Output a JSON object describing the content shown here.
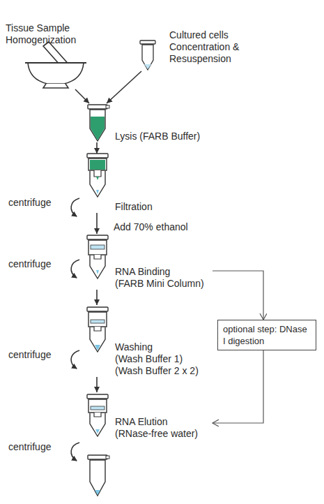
{
  "diagram": {
    "nodes": [
      {
        "text": [
          "Tissue Sample Homogenization"
        ]
      },
      {
        "text": [
          "Cultured cells Concentration & Resuspension"
        ]
      },
      {
        "text": [
          "Lysis (FARB Buffer)"
        ]
      },
      {
        "text": [
          "Filtration"
        ]
      },
      {
        "text": [
          "RNA Binding",
          "(FARB Mini Column)"
        ]
      },
      {
        "text": [
          "optional step: DNase I digestion"
        ]
      },
      {
        "text": [
          "Washing",
          "(Wash Buffer 1) (Wash Buffer 2 x 2)"
        ]
      },
      {
        "text": [
          "RNA Elution",
          "(RNase-free water)"
        ]
      }
    ],
    "edges": [
      {
        "from": 0,
        "to": 2,
        "arrow": "to"
      },
      {
        "from": 1,
        "to": 2,
        "arrow": "to"
      },
      {
        "from": 2,
        "to": 3,
        "arrow": "to"
      },
      {
        "from": 3,
        "to": 4,
        "label": "Add 70% ethanol",
        "arrow": "to"
      },
      {
        "from": 4,
        "to": 6,
        "arrow": "to"
      },
      {
        "from": 4,
        "to": 5,
        "arrow": "to"
      },
      {
        "from": 6,
        "to": 7,
        "arrow": "to"
      },
      {
        "from": 5,
        "to": 7,
        "arrow": "to"
      }
    ],
    "labels": [
      "centrifuge",
      "centrifuge",
      "centrifuge",
      "centrifuge"
    ]
  }
}
